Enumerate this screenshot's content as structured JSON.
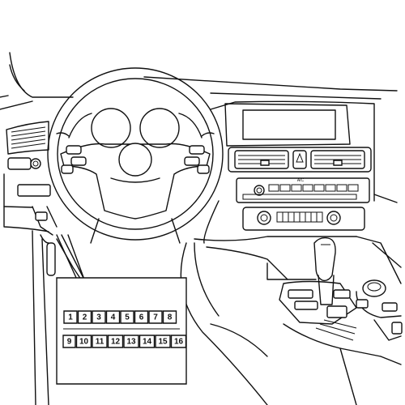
{
  "connector": {
    "pins_top": [
      "1",
      "2",
      "3",
      "4",
      "5",
      "6",
      "7",
      "8"
    ],
    "pins_bottom": [
      "9",
      "10",
      "11",
      "12",
      "13",
      "14",
      "15",
      "16"
    ]
  },
  "console": {
    "ac_label": "A/C"
  }
}
